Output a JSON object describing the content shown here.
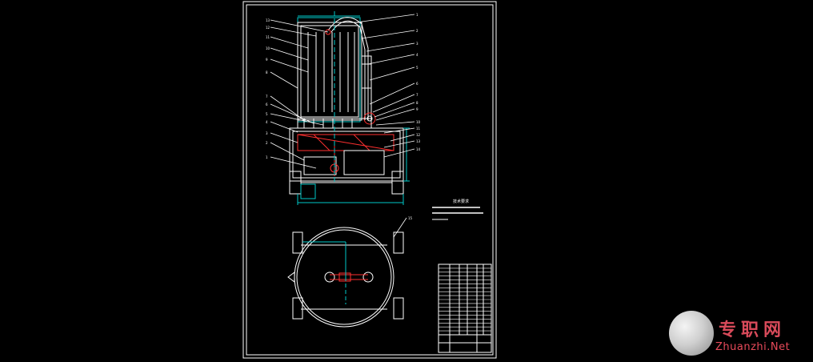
{
  "drawing": {
    "frame_color": "#ffffff",
    "line_color": "#ffffff",
    "dimension_color": "#00c8c8",
    "accent_color": "#ff3030",
    "detail_color": "#c8c800",
    "callouts_left": [
      "13",
      "12",
      "11",
      "10",
      "9",
      "8",
      "7",
      "6",
      "5",
      "4",
      "3",
      "2",
      "1"
    ],
    "callouts_right": [
      "1",
      "2",
      "3",
      "4",
      "5",
      "6",
      "7",
      "8",
      "9",
      "10",
      "11",
      "12",
      "13",
      "14",
      "15"
    ]
  },
  "notes": {
    "heading": "技术要求",
    "lines": [
      "",
      ""
    ]
  },
  "title_block": {
    "rows": 18,
    "label": ""
  },
  "watermark": {
    "cn": "专职网",
    "en": "Zhuanzhi.Net"
  }
}
